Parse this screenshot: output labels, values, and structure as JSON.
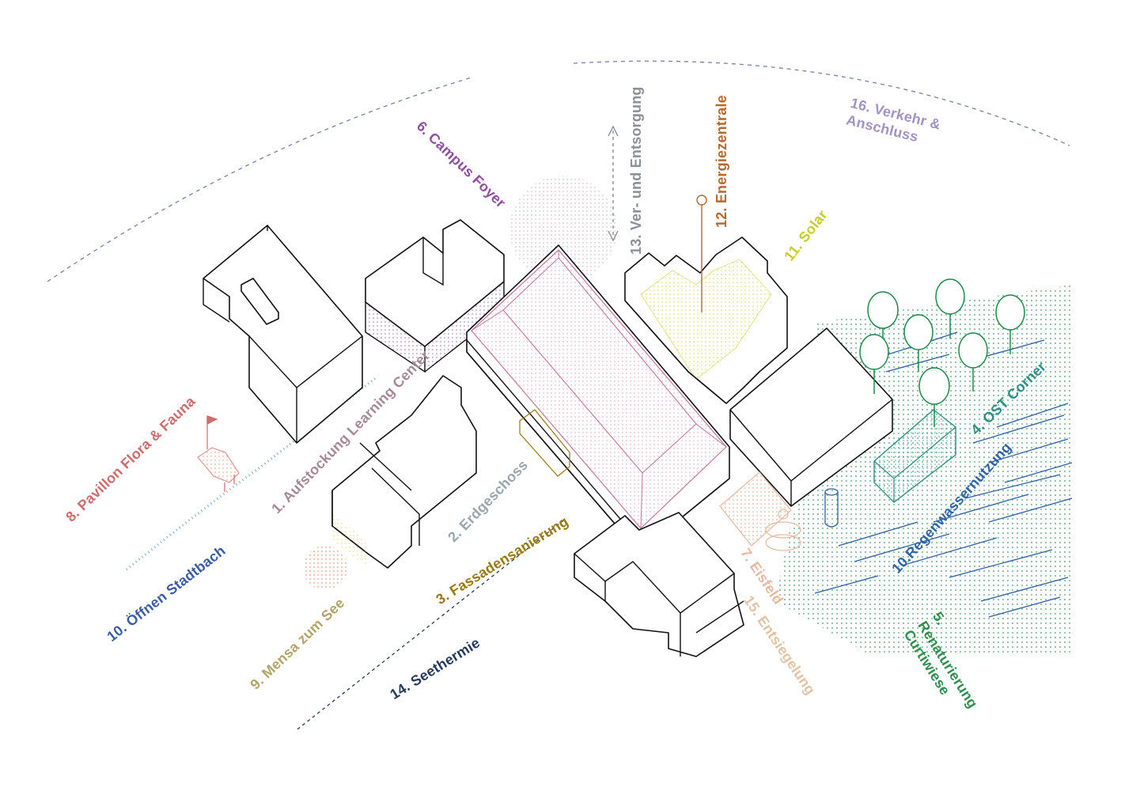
{
  "colors": {
    "aufstockung": "#a58a96",
    "erdgeschoss": "#9aa6ae",
    "fassaden": "#9a7a10",
    "ost_corner": "#2e8f84",
    "renaturierung": "#2f8f4e",
    "campus_foyer": "#8e4fa0",
    "eisfeld": "#e8b8a0",
    "pavillon": "#cf6c6c",
    "mensa": "#b3a46a",
    "regenwasser": "#2f63a8",
    "oeffnen": "#3a5ca8",
    "solar": "#c8cc2a",
    "energiezentrale": "#b8682e",
    "ver_entsorgung": "#8a8f98",
    "seethermie": "#243a5e",
    "entsiegelung": "#e2c3a4",
    "verkehr": "#a193c4"
  },
  "labels": {
    "aufstockung": "1. Aufstockung Learning Center",
    "erdgeschoss": "2. Erdgeschoss",
    "fassaden": "3. Fassadensanierung",
    "ost_corner": "4. OST Corner",
    "renaturierung": "5. Renaturierung Curtiwiese",
    "campus_foyer": "6. Campus Foyer",
    "eisfeld": "7. Eisfeld",
    "pavillon": "8. Pavillon Flora & Fauna",
    "mensa": "9. Mensa zum See",
    "regenwasser": "10.Regenwassernutzung",
    "oeffnen": "10. Öffnen Stadtbach",
    "solar": "11. Solar",
    "energiezentrale": "12. Energiezentrale",
    "ver_entsorgung": "13. Ver- und Entsorgung",
    "seethermie": "14. Seethermie",
    "entsiegelung": "15. Entsiegelung",
    "verkehr": "16. Verkehr & Anschluss"
  }
}
